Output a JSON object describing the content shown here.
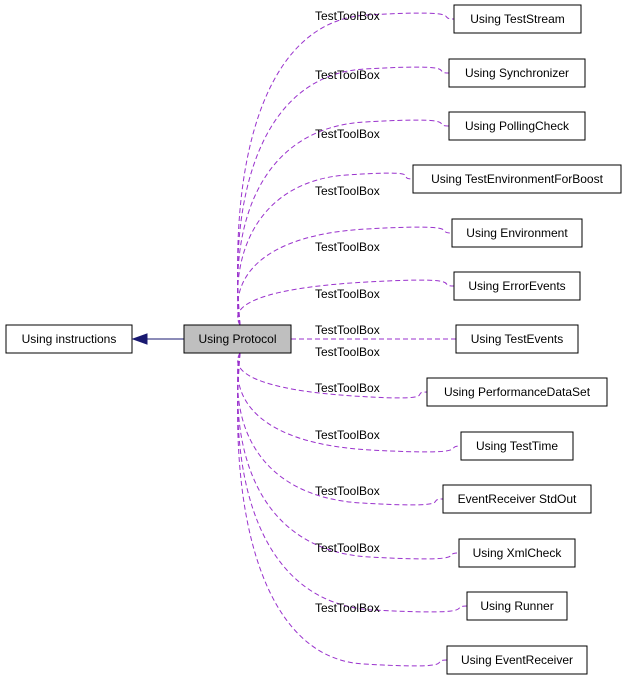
{
  "colors": {
    "dashed_edge": "#9a32cd",
    "solid_edge": "#191970",
    "center_fill": "#bfbfbf",
    "node_fill": "#ffffff"
  },
  "diagram": {
    "center_node": "Using Protocol",
    "parent_node": "Using instructions",
    "edge_label": "TestToolBox",
    "children": [
      "Using TestStream",
      "Using Synchronizer",
      "Using PollingCheck",
      "Using TestEnvironmentForBoost",
      "Using Environment",
      "Using ErrorEvents",
      "Using TestEvents",
      "Using PerformanceDataSet",
      "Using TestTime",
      "EventReceiver StdOut",
      "Using XmlCheck",
      "Using Runner",
      "Using EventReceiver"
    ]
  }
}
